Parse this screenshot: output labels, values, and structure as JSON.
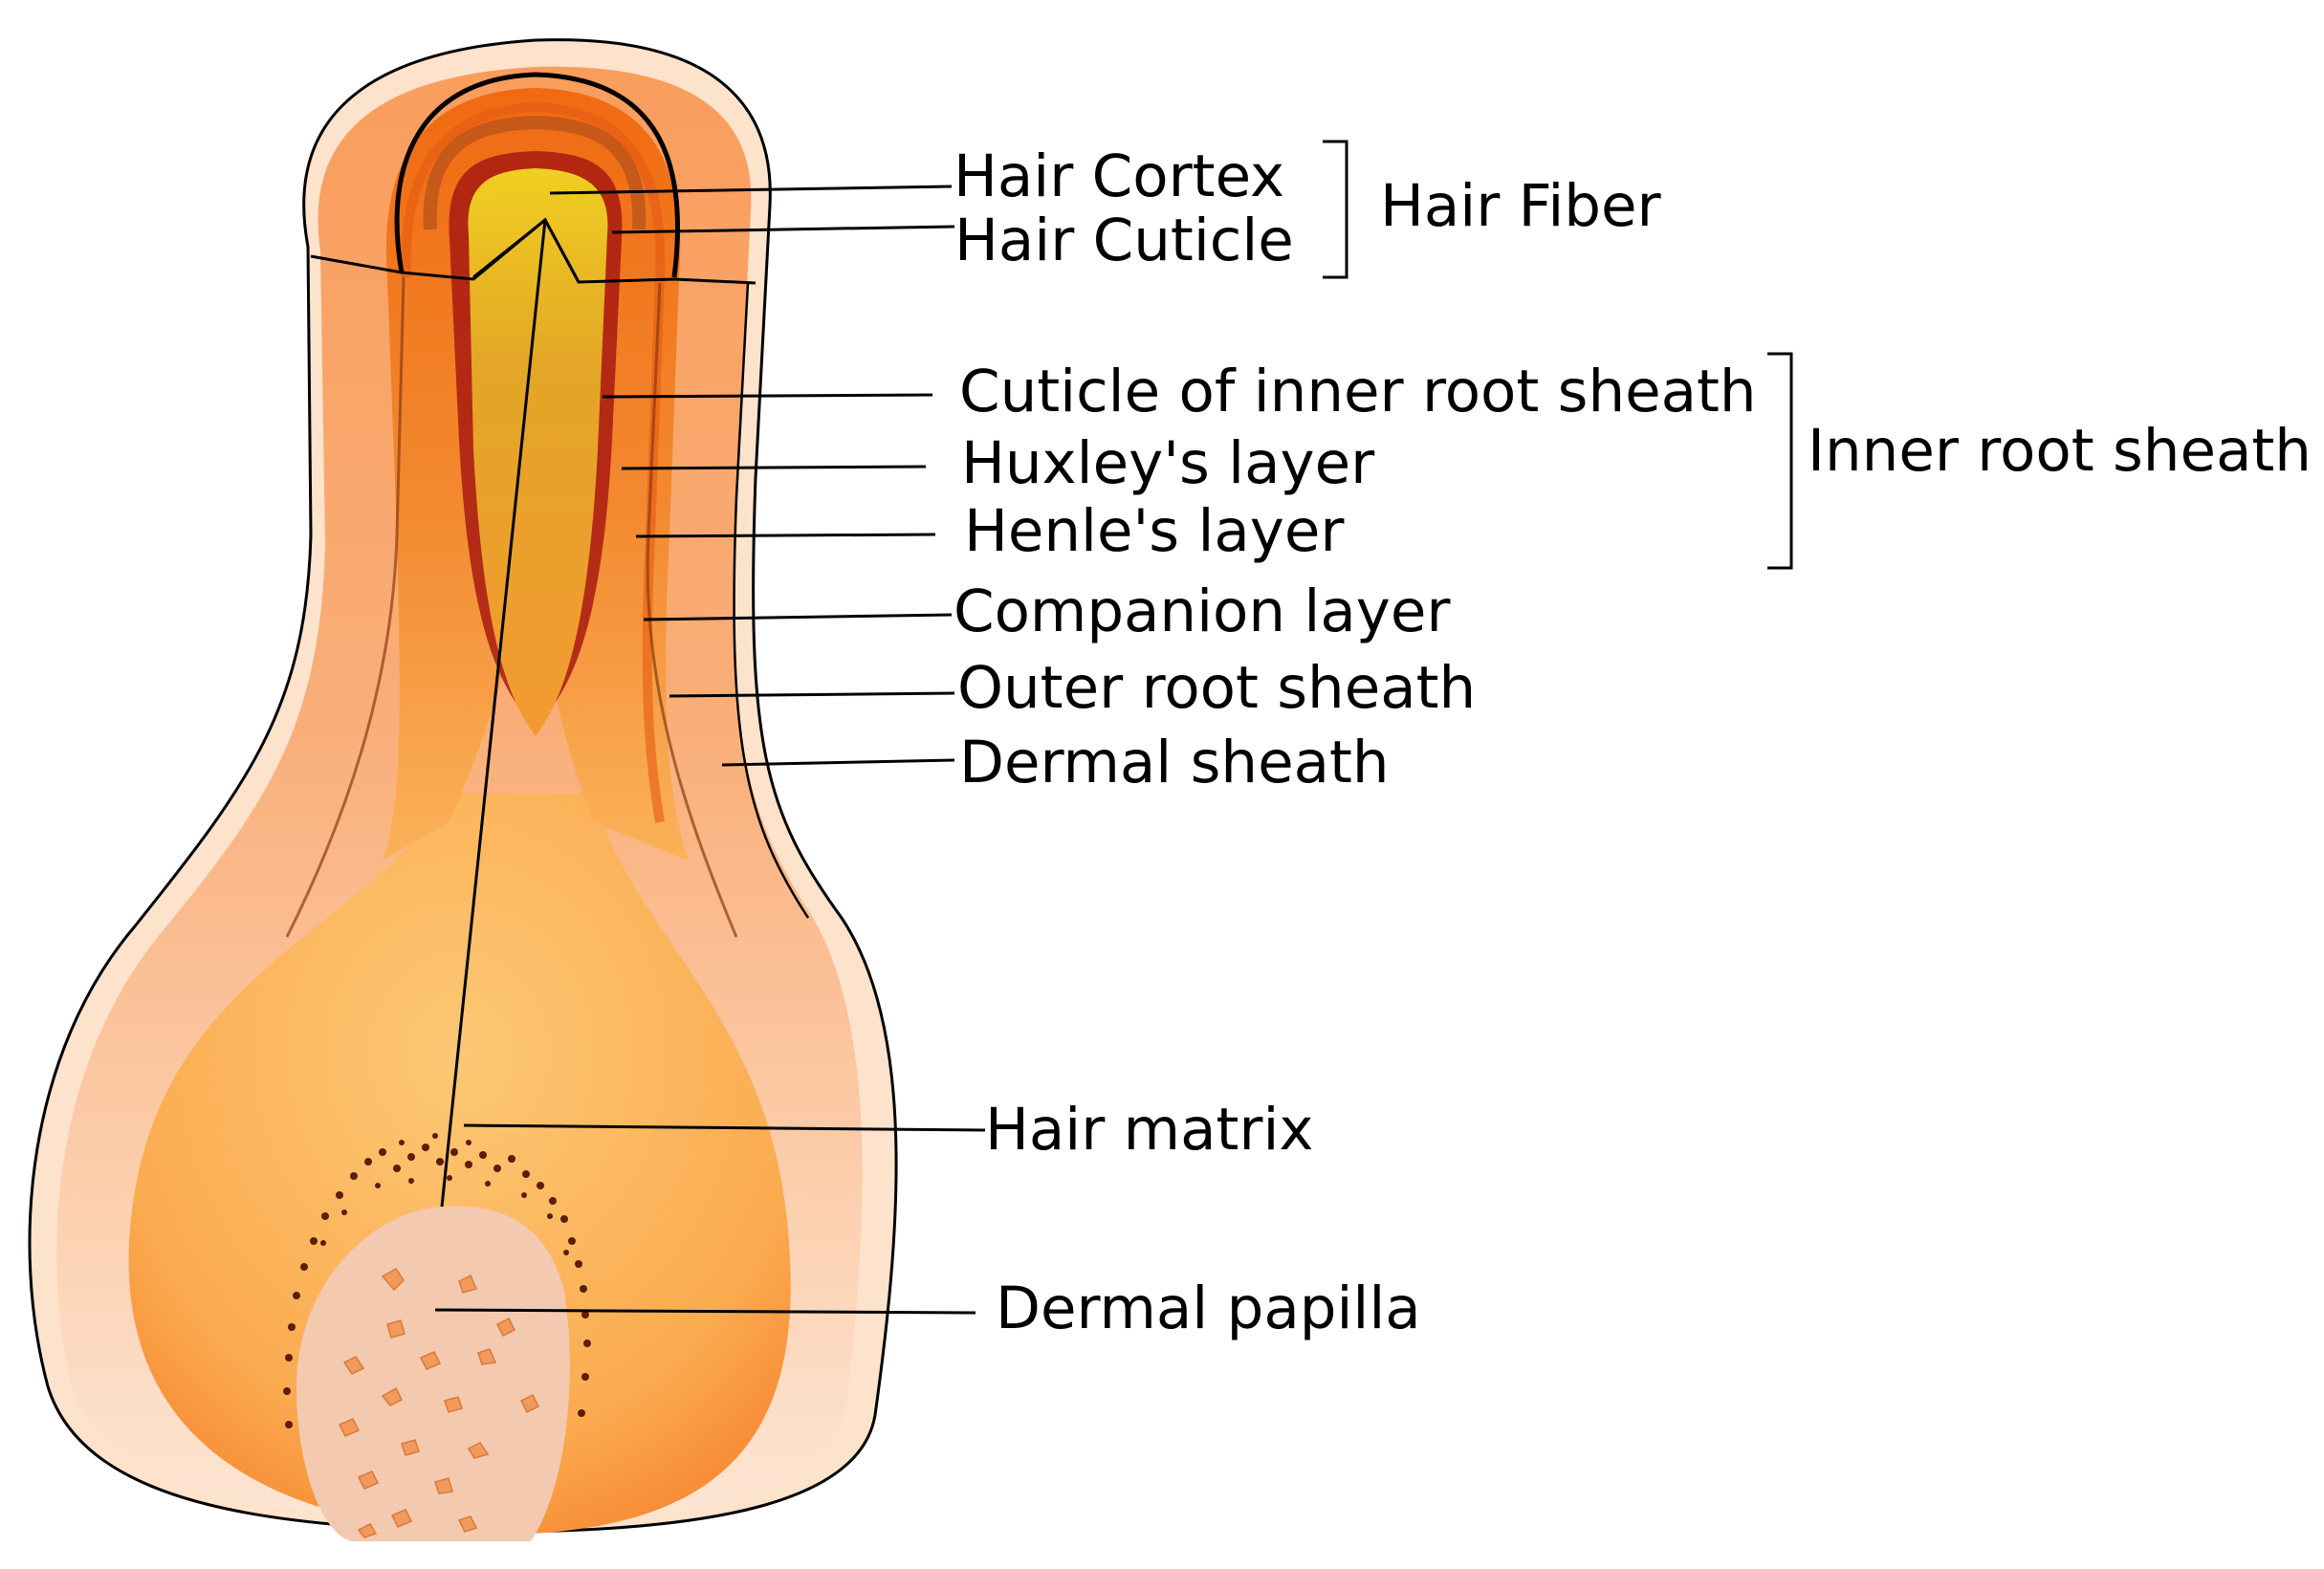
{
  "labels": {
    "hair_cortex": "Hair Cortex",
    "hair_cuticle": "Hair Cuticle",
    "cuticle_inner_root_sheath": "Cuticle of inner root sheath",
    "huxley_layer": "Huxley's layer",
    "henle_layer": "Henle's layer",
    "companion_layer": "Companion layer",
    "outer_root_sheath": "Outer root sheath",
    "dermal_sheath": "Dermal sheath",
    "hair_matrix": "Hair matrix",
    "dermal_papilla": "Dermal papilla"
  },
  "groups": {
    "hair_fiber": "Hair Fiber",
    "inner_root_sheath": "Inner root sheath"
  },
  "colors": {
    "dermal_sheath": "#fde2cc",
    "outer_root_sheath": "#f9a868",
    "inner_layers": "#f06a12",
    "deep_red": "#a81a10",
    "cortex": "#eecb1f",
    "matrix": "#fbbf5e",
    "papilla": "#f3c9b0",
    "melanin": "#5a1e0a"
  }
}
